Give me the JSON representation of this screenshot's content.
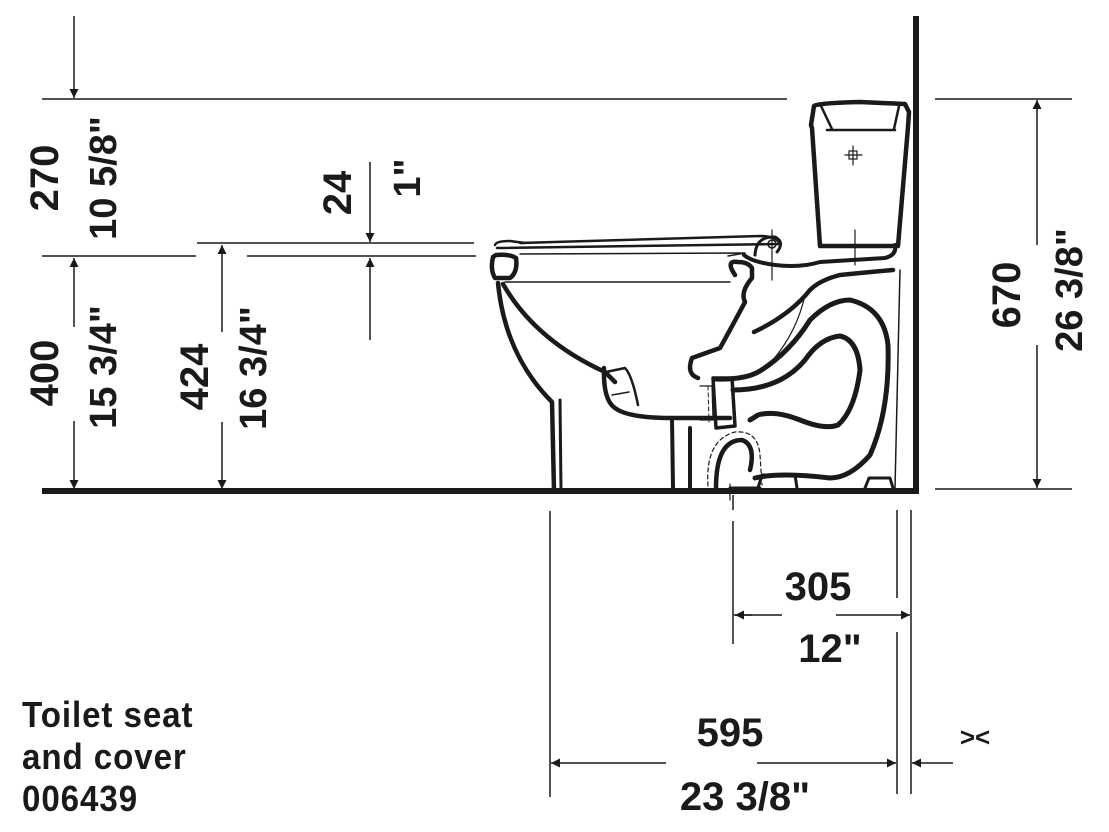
{
  "colors": {
    "ink": "#1a1a1a",
    "background": "#ffffff"
  },
  "dimensions": {
    "top_gap": {
      "mm": "270",
      "in": "10 5/8\""
    },
    "seat_thickness": {
      "mm": "24",
      "in": "1\""
    },
    "rim_height": {
      "mm": "400",
      "in": "15 3/4\""
    },
    "seat_height": {
      "mm": "424",
      "in": "16 3/4\""
    },
    "total_height": {
      "mm": "670",
      "in": "26 3/8\""
    },
    "rough_in": {
      "mm": "305",
      "in": "12\""
    },
    "total_depth": {
      "mm": "595",
      "in": "23 3/8\""
    },
    "wall_gap_symbol": "><"
  },
  "note": {
    "line1": "Toilet seat",
    "line2": "and cover",
    "line3": "006439"
  }
}
